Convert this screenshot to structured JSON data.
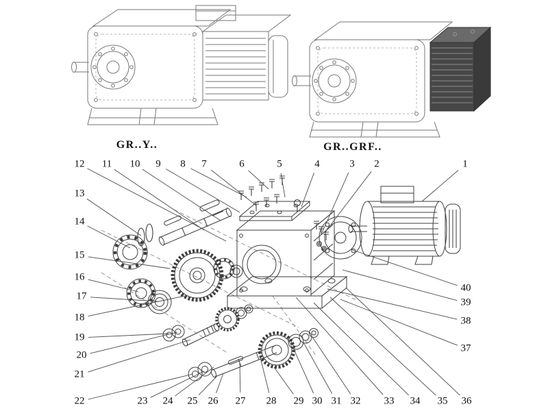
{
  "top_views": {
    "left_label": "GR..Y..",
    "right_label": "GR..GRF.."
  },
  "diagram": {
    "callouts": [
      "1",
      "2",
      "3",
      "4",
      "5",
      "6",
      "7",
      "8",
      "9",
      "10",
      "11",
      "12",
      "13",
      "14",
      "15",
      "16",
      "17",
      "18",
      "19",
      "20",
      "21",
      "22",
      "23",
      "24",
      "25",
      "26",
      "27",
      "28",
      "29",
      "30",
      "31",
      "32",
      "33",
      "34",
      "35",
      "36",
      "37",
      "38",
      "39",
      "40"
    ]
  }
}
